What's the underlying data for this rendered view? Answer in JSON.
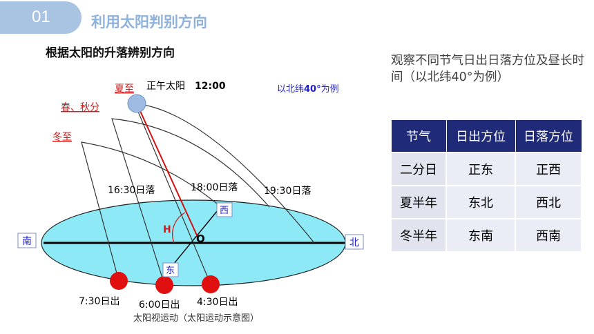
{
  "header": {
    "number": "01",
    "title": "利用太阳判别方向"
  },
  "subtitle": "根据太阳的升落辨别方向",
  "note": "观察不同节气日出日落方位及昼长时间（以北纬40°为例）",
  "diagram": {
    "noon_label": "正午太阳",
    "noon_time": "12:00",
    "latitude_note_prefix": "以北纬",
    "latitude_note_value": "40°",
    "latitude_note_suffix": "为例",
    "summer_solstice": "夏至",
    "equinox": "春、秋分",
    "winter_solstice": "冬至",
    "sunset_winter": "16:30日落",
    "sunset_equinox": "18:00日落",
    "sunset_summer": "19:30日落",
    "sunrise_winter": "7:30日出",
    "sunrise_equinox": "6:00日出",
    "sunrise_summer": "4:30日出",
    "south": "南",
    "north": "北",
    "east": "东",
    "west": "西",
    "angle_label": "H",
    "center_label": "O",
    "caption": "太阳视运动（太阳运动示意图）",
    "colors": {
      "sky_line": "#222222",
      "ground": "#8ee9f6",
      "sun_low": "#e01010",
      "sun_high": "#9dbbe3",
      "noon_ray": "#d21010",
      "label_red": "#d21a1a",
      "note_blue": "#1f1fd0"
    }
  },
  "table": {
    "headers": [
      "节气",
      "日出方位",
      "日落方位"
    ],
    "rows": [
      [
        "二分日",
        "正东",
        "正西"
      ],
      [
        "夏半年",
        "东北",
        "西北"
      ],
      [
        "冬半年",
        "东南",
        "西南"
      ]
    ]
  }
}
